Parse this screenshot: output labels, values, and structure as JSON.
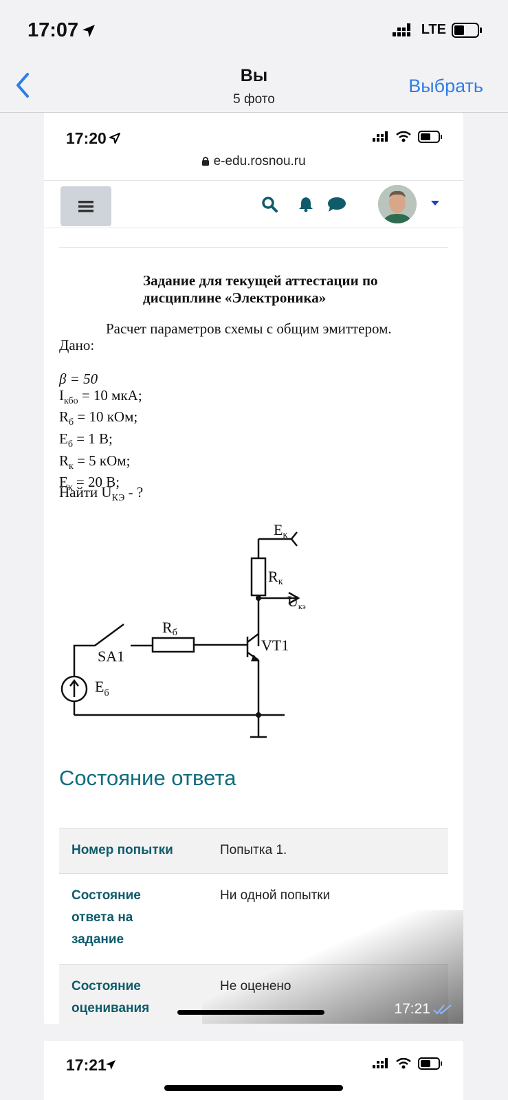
{
  "status_bar": {
    "time": "17:07",
    "network": "LTE"
  },
  "nav": {
    "title": "Вы",
    "subtitle": "5 фото",
    "select_label": "Выбрать"
  },
  "photo1": {
    "status_time": "17:20",
    "url": "e-edu.rosnou.ru",
    "document": {
      "heading": "Задание для текущей аттестации по дисциплине «Электроника»",
      "task": "Расчет параметров схемы с общим эмиттером.",
      "given_label": "Дано:",
      "beta": "β = 50",
      "params": [
        {
          "sym": "I",
          "sub": "кбо",
          "rest": " = 10 мкА;"
        },
        {
          "sym": "R",
          "sub": "б",
          "rest": " = 10 кОм;"
        },
        {
          "sym": "E",
          "sub": "б",
          "rest": " = 1 В;"
        },
        {
          "sym": "R",
          "sub": "к",
          "rest": " = 5 кОм;"
        },
        {
          "sym": "E",
          "sub": "к",
          "rest": " = 20 В;"
        }
      ],
      "find_prefix": "Найти U",
      "find_sub": "КЭ",
      "find_suffix": " - ?",
      "circuit_labels": {
        "ek": "E",
        "ek_sub": "к",
        "rk": "R",
        "rk_sub": "к",
        "uke": "U",
        "uke_sub": "кэ",
        "rb": "R",
        "rb_sub": "б",
        "sa1": "SA1",
        "vt1": "VT1",
        "eb": "E",
        "eb_sub": "б"
      }
    },
    "answer_state": {
      "title": "Состояние ответа",
      "rows": [
        {
          "label": "Номер попытки",
          "value": "Попытка 1."
        },
        {
          "label": "Состояние ответа на задание",
          "value": "Ни одной попытки"
        },
        {
          "label": "Состояние оценивания",
          "value": "Не оценено"
        }
      ]
    },
    "timestamp": "17:21"
  },
  "photo2": {
    "status_time": "17:21"
  }
}
